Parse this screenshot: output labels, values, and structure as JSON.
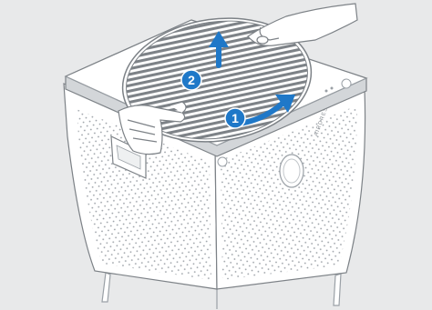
{
  "illustration": {
    "steps": [
      {
        "number": "1",
        "action": "rotate-filter-cover"
      },
      {
        "number": "2",
        "action": "lift-filter-cover"
      }
    ],
    "device_label": "AIRDRESA",
    "colors": {
      "background": "#e8e9ea",
      "step_badge": "#1f78c8",
      "arrow": "#1f78c8",
      "outline": "#7d8287"
    }
  }
}
